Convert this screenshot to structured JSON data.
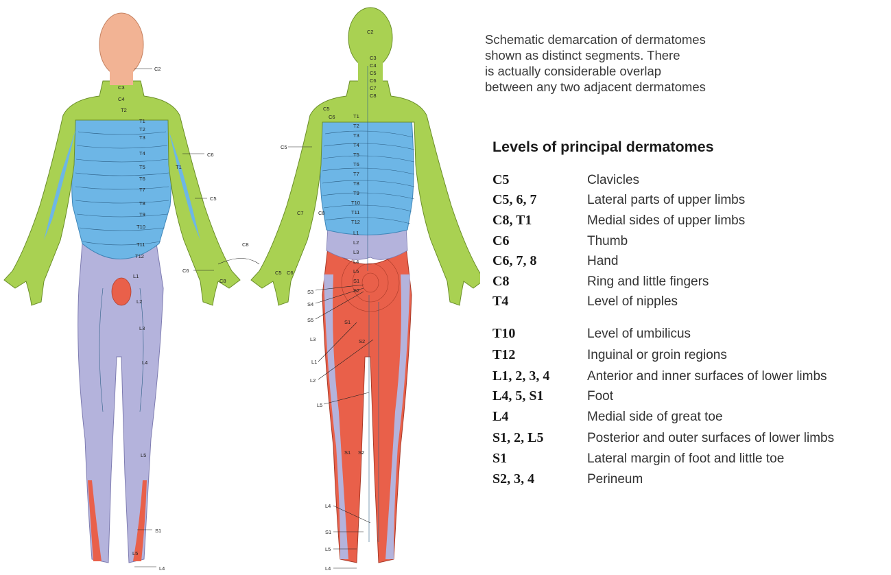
{
  "caption": {
    "lines": [
      "Schematic demarcation of dermatomes",
      "shown as distinct segments. There",
      "is actually considerable overlap",
      "between any two adjacent dermatomes"
    ]
  },
  "table": {
    "title": "Levels of principal dermatomes",
    "rows": [
      {
        "level": "C5",
        "area": "Clavicles"
      },
      {
        "level": "C5, 6, 7",
        "area": "Lateral parts of upper limbs"
      },
      {
        "level": "C8, T1",
        "area": "Medial sides of upper limbs"
      },
      {
        "level": "C6",
        "area": "Thumb"
      },
      {
        "level": "C6, 7, 8",
        "area": "Hand"
      },
      {
        "level": "C8",
        "area": "Ring and little fingers"
      },
      {
        "level": "T4",
        "area": "Level of nipples"
      },
      {
        "level": "T10",
        "area": "Level of umbilicus"
      },
      {
        "level": "T12",
        "area": "Inguinal or groin regions"
      },
      {
        "level": "L1, 2, 3, 4",
        "area": "Anterior and inner surfaces of lower limbs"
      },
      {
        "level": "L4, 5, S1",
        "area": "Foot"
      },
      {
        "level": "L4",
        "area": "Medial side of great toe"
      },
      {
        "level": "S1, 2, L5",
        "area": "Posterior and outer surfaces of lower limbs"
      },
      {
        "level": "S1",
        "area": "Lateral margin of foot and little toe"
      },
      {
        "level": "S2, 3, 4",
        "area": "Perineum"
      }
    ]
  },
  "colors": {
    "cervical": "#a9d152",
    "thoracic": "#6db6e6",
    "lumbar": "#b4b3dc",
    "sacral": "#e9604a",
    "skin": "#f2b394"
  },
  "front_figure": {
    "labels": {
      "c2": "C2",
      "c3": "C3",
      "c4": "C4",
      "t2_top": "T2",
      "t1": "T1",
      "t2": "T2",
      "t3": "T3",
      "t4": "T4",
      "t5": "T5",
      "t6": "T6",
      "t7": "T7",
      "t8": "T8",
      "t9": "T9",
      "t10": "T10",
      "t11": "T11",
      "t12": "T12",
      "c6": "C6",
      "c5": "C5",
      "t1_arm": "T1",
      "c8_hand": "C8",
      "c8_loop": "C8",
      "c6_hand": "C6",
      "l1": "L1",
      "l2": "L2",
      "l3": "L3",
      "l4": "L4",
      "l5": "L5",
      "s1": "S1",
      "l5_foot": "L5",
      "l4_foot": "L4"
    }
  },
  "back_figure": {
    "labels": {
      "c2": "C2",
      "c3": "C3",
      "c4": "C4",
      "c5": "C5",
      "c6": "C6",
      "c7": "C7",
      "c8": "C8",
      "t1": "T1",
      "t2": "T2",
      "t3": "T3",
      "t4": "T4",
      "t5": "T5",
      "t6": "T6",
      "t7": "T7",
      "t8": "T8",
      "t9": "T9",
      "t10": "T10",
      "t11": "T11",
      "t12": "T12",
      "l1": "L1",
      "l2": "L2",
      "l3": "L3",
      "l4": "L4",
      "l5": "L5",
      "s1": "S1",
      "s2": "S2",
      "c5_side": "C5",
      "c5_arm": "C5",
      "c7_arm": "C7",
      "c8_arm": "C8",
      "s3": "S3",
      "s4": "S4",
      "s5": "S5",
      "l3_leg": "L3",
      "l1_leg": "L1",
      "l2_leg": "L2",
      "l5_leg": "L5",
      "s1_leg": "S1",
      "s2_leg": "S2",
      "l4_foot": "L4",
      "s1_foot": "S1",
      "l5_foot": "L5",
      "l4_heel": "L4"
    }
  }
}
